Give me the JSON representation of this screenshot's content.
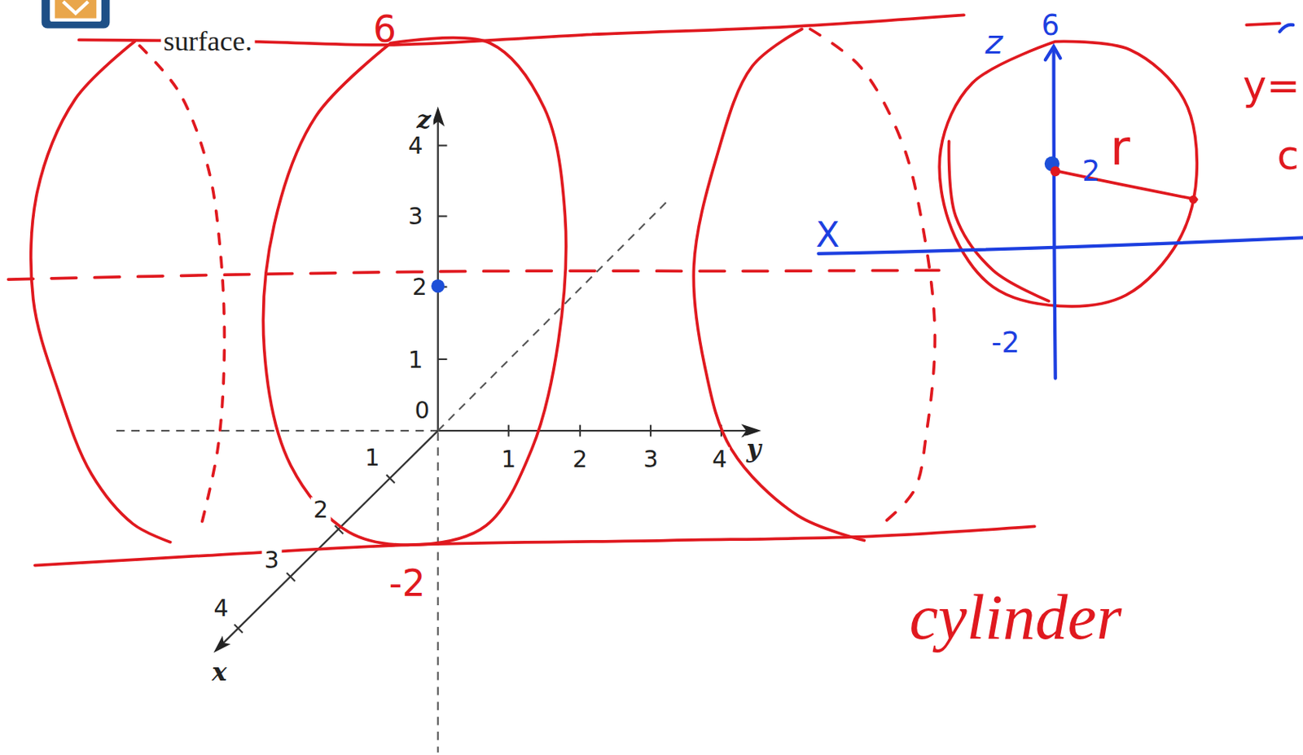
{
  "diagram": {
    "labels": [
      "surface.",
      "6",
      "z",
      "6",
      "y=",
      "z",
      "4",
      "r",
      "c",
      "2",
      "3",
      "X",
      "2",
      "-2",
      "1",
      "0",
      "1",
      "2",
      "3",
      "4",
      "y",
      "1",
      "2",
      "3",
      "-2",
      "cylinder",
      "4",
      "x"
    ]
  }
}
